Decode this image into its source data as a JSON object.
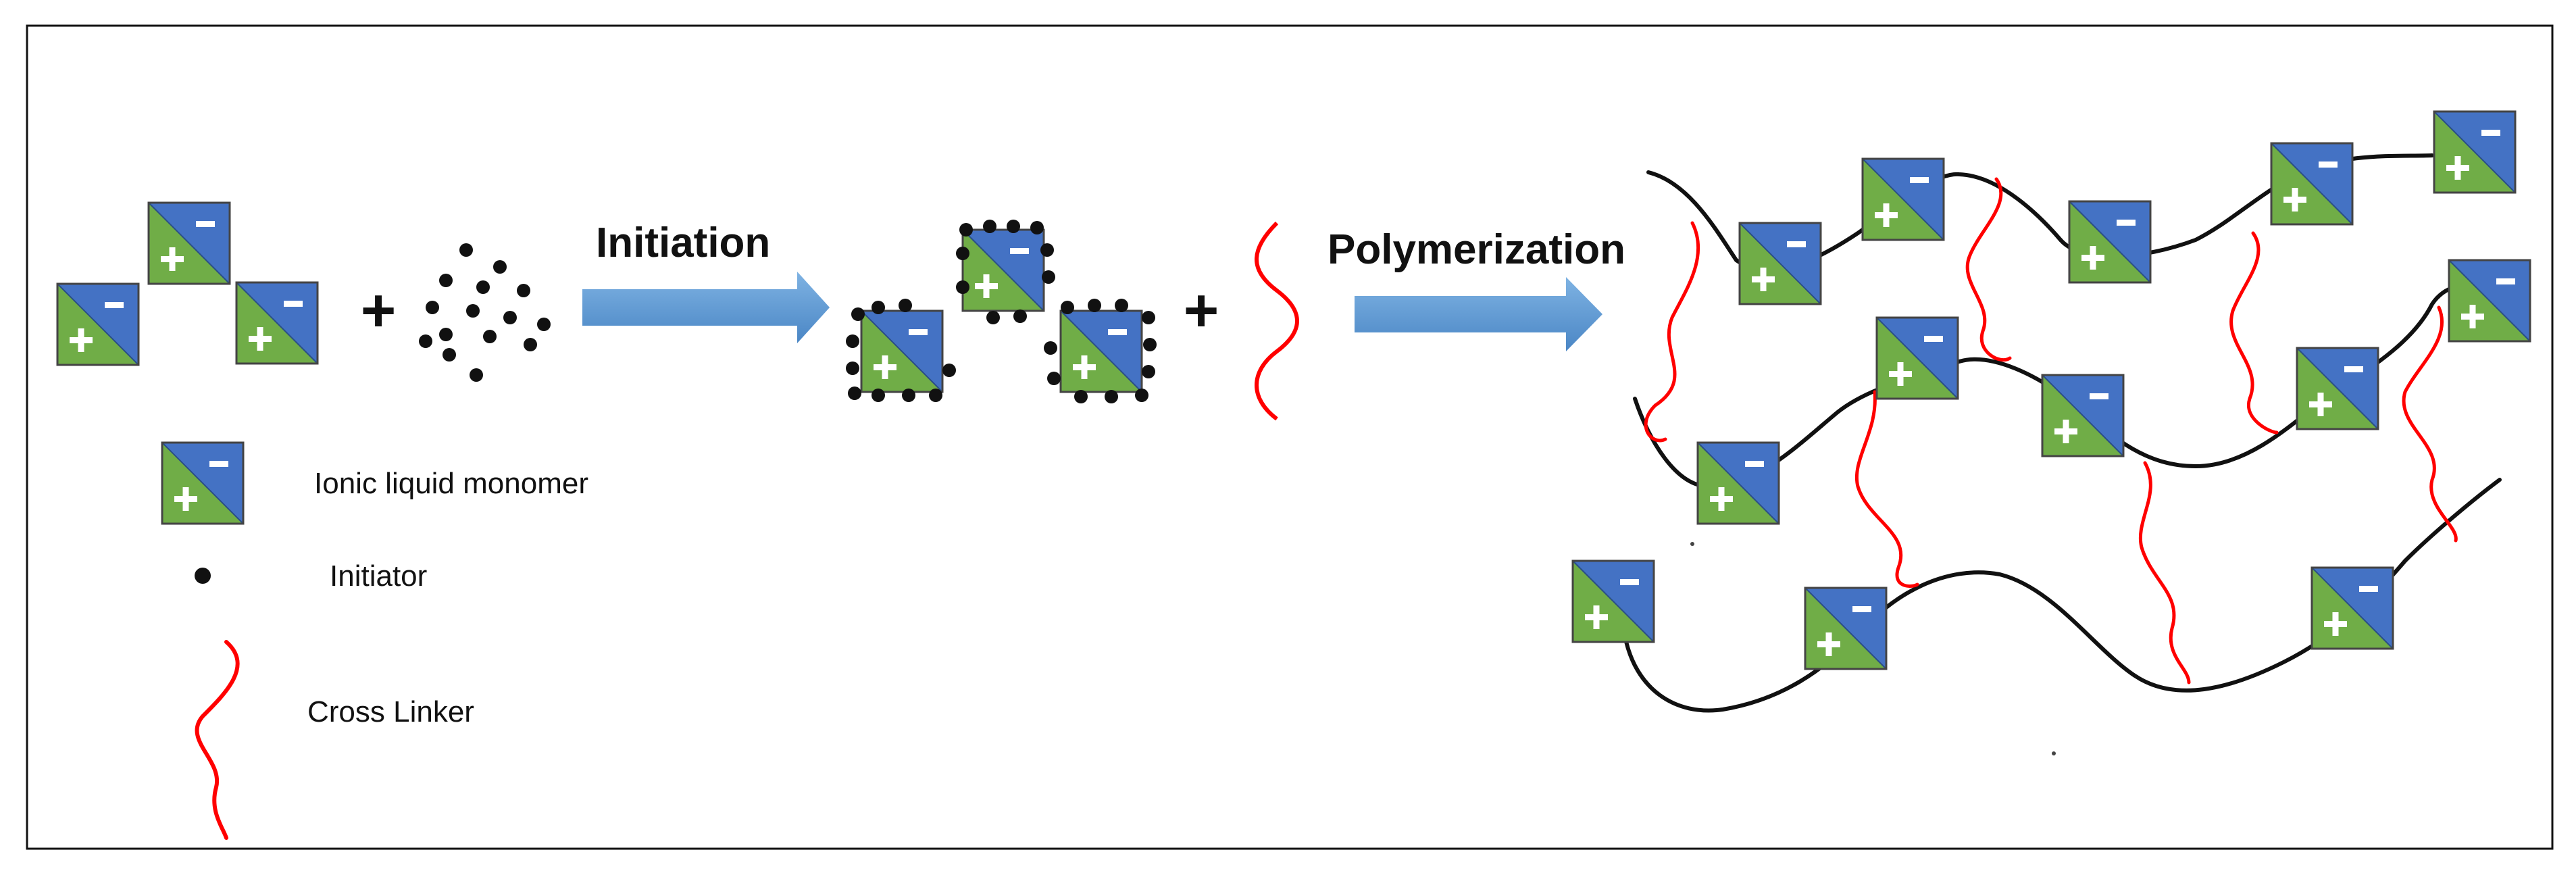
{
  "steps": {
    "initiation": "Initiation",
    "polymerization": "Polymerization"
  },
  "legend": {
    "monomer": "Ionic liquid monomer",
    "initiator": "Initiator",
    "crosslinker": "Cross Linker"
  },
  "symbols": {
    "plus": "+",
    "minus": "-"
  },
  "colors": {
    "monomer_blue": "#4472c4",
    "monomer_green": "#70ad47",
    "crosslinker_red": "#ff0000",
    "arrow_blue": "#5b9bd5",
    "chain_black": "#111111"
  }
}
